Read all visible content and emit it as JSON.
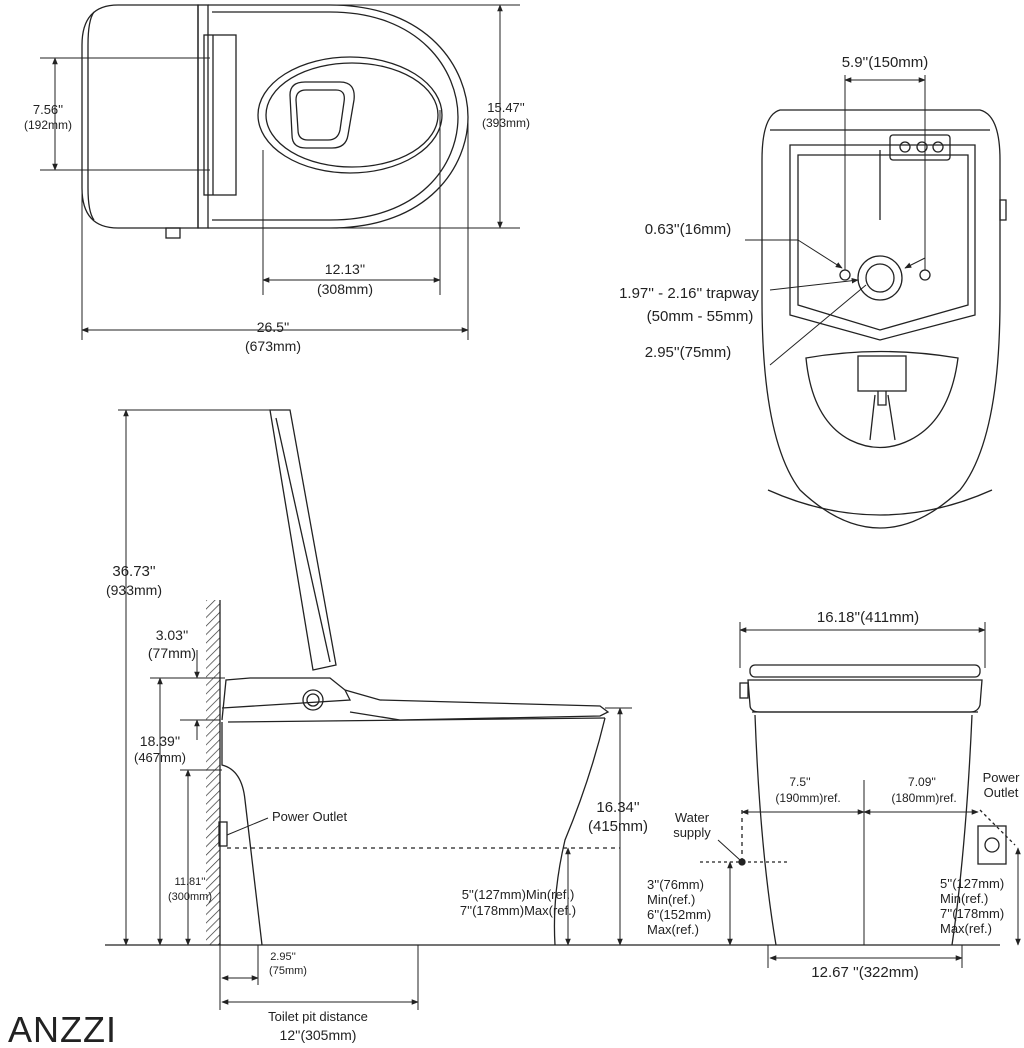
{
  "brand": {
    "logo": "ANZZI"
  },
  "top_view": {
    "seat_depth": {
      "in": "7.56''",
      "mm": "(192mm)"
    },
    "total_width": {
      "in": "15.47''",
      "mm": "(393mm)"
    },
    "bowl_length": {
      "in": "12.13''",
      "mm": "(308mm)"
    },
    "total_length": {
      "in": "26.5''",
      "mm": "(673mm)"
    }
  },
  "bottom_view": {
    "inlet_spacing": "5.9''(150mm)",
    "inlet_diameter": "0.63''(16mm)",
    "trapway": "1.97'' - 2.16'' trapway",
    "trapway_mm": "(50mm - 55mm)",
    "outlet_diameter": "2.95''(75mm)"
  },
  "side_view": {
    "total_height": {
      "in": "36.73''",
      "mm": "(933mm)"
    },
    "wall_gap": {
      "in": "3.03''",
      "mm": "(77mm)"
    },
    "seat_top_height": {
      "in": "18.39''",
      "mm": "(467mm)"
    },
    "rim_height": {
      "in": "16.34''",
      "mm": "(415mm)"
    },
    "outlet_height": {
      "in": "11.81''",
      "mm": "(300mm)"
    },
    "power_outlet": "Power Outlet",
    "supply_height_min": "5''(127mm)Min(ref.)",
    "supply_height_max": "7''(178mm)Max(ref.)",
    "pit_offset": {
      "in": "2.95''",
      "mm": "(75mm)"
    },
    "pit_distance_label": "Toilet pit distance",
    "pit_distance": "12''(305mm)"
  },
  "front_view": {
    "width": "16.18''(411mm)",
    "water_supply_offset": {
      "in": "7.5''",
      "mm": "(190mm)ref."
    },
    "outlet_offset": {
      "in": "7.09''",
      "mm": "(180mm)ref."
    },
    "water_supply_label": [
      "Water",
      "supply"
    ],
    "power_outlet_label": [
      "Power",
      "Outlet"
    ],
    "water_height": [
      "3''(76mm)",
      "Min(ref.)",
      "6''(152mm)",
      "Max(ref.)"
    ],
    "outlet_height": [
      "5''(127mm)",
      "Min(ref.)",
      "7''(178mm)",
      "Max(ref.)"
    ],
    "base_width": "12.67 ''(322mm)"
  }
}
